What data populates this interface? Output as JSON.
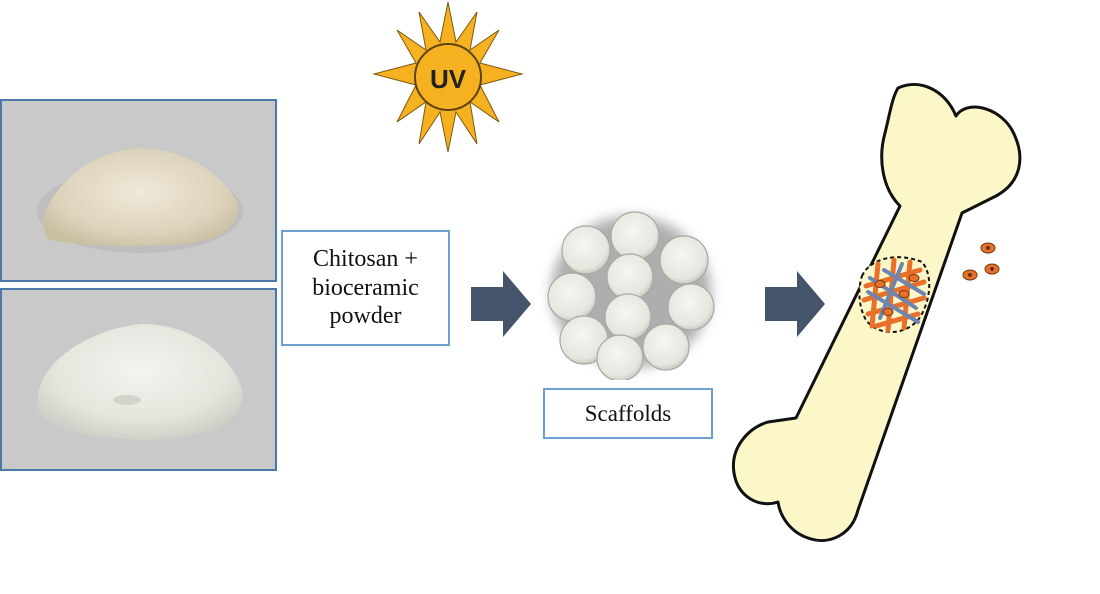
{
  "sun": {
    "label": "UV"
  },
  "material_box": {
    "lines": [
      "Chitosan +",
      "bioceramic",
      "powder"
    ]
  },
  "scaffolds_box": {
    "label": "Scaffolds"
  },
  "colors": {
    "sun_fill": "#f5b120",
    "arrow": "#44546a",
    "box_border": "#6e9fd1",
    "photo_border": "#4a78a8",
    "bone_fill": "#fbf7c8",
    "scaffold_orange": "#e8702a",
    "scaffold_blue": "#6d86b0"
  }
}
